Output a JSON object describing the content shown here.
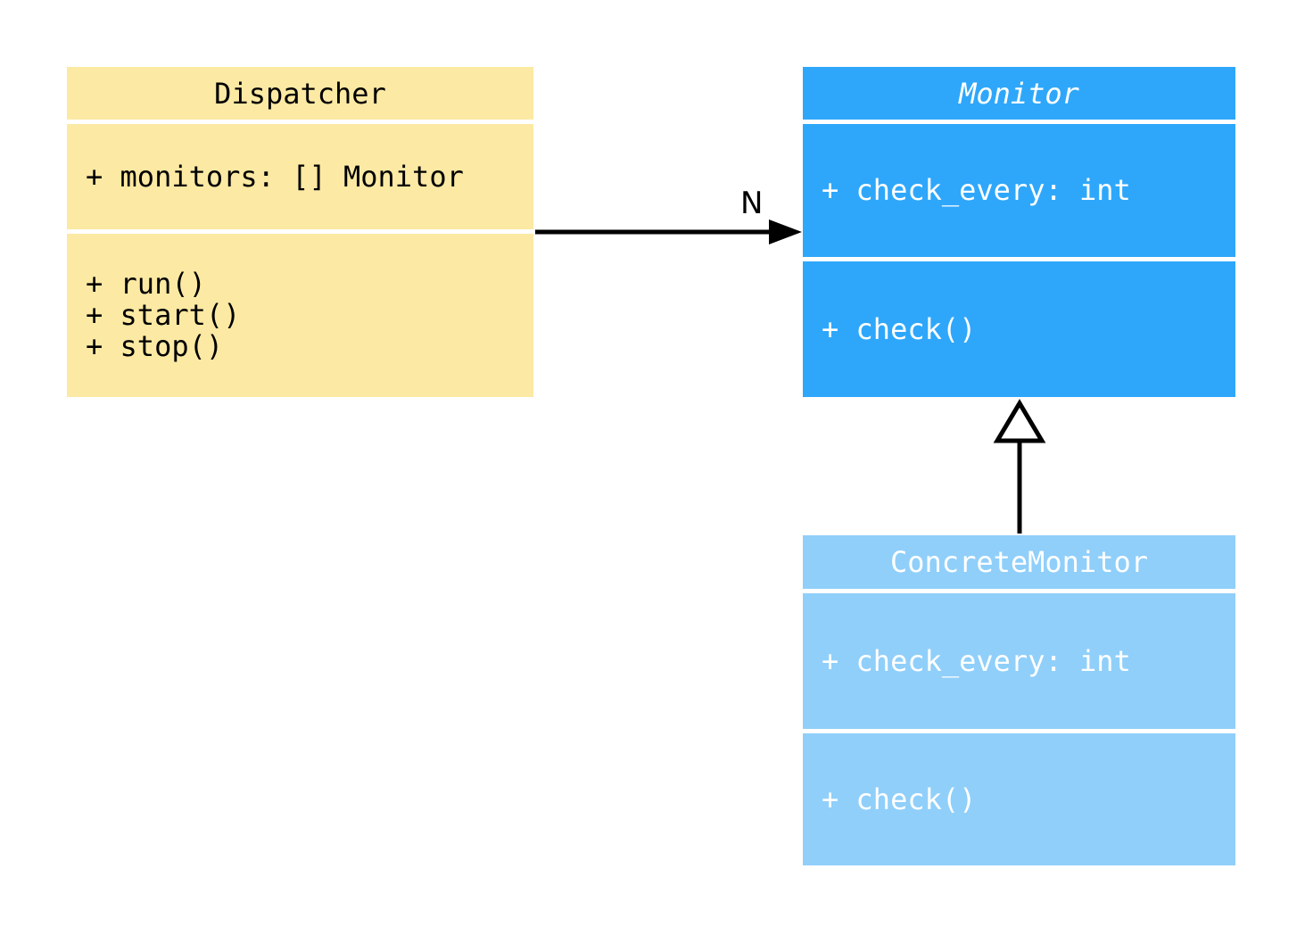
{
  "diagram": {
    "type": "uml-class-diagram",
    "background_color": "#FFFFFF",
    "connector_color": "#000000",
    "classes": [
      {
        "name": "Dispatcher",
        "title_italic": false,
        "fill": "#FCE9A3",
        "text_color": "#000000",
        "attributes": [
          "+ monitors: [] Monitor"
        ],
        "methods": [
          "+ run()",
          "+ start()",
          "+ stop()"
        ]
      },
      {
        "name": "Monitor",
        "title_italic": true,
        "fill": "#2EA7FB",
        "text_color": "#FFFFFF",
        "attributes": [
          "+ check_every: int"
        ],
        "methods": [
          "+ check()"
        ]
      },
      {
        "name": "ConcreteMonitor",
        "title_italic": false,
        "fill": "#90CFFA",
        "text_color": "#FFFFFF",
        "attributes": [
          "+ check_every: int"
        ],
        "methods": [
          "+ check()"
        ]
      }
    ],
    "relations": [
      {
        "type": "association",
        "from": "Dispatcher",
        "to": "Monitor",
        "label": "N",
        "arrowhead": "filled"
      },
      {
        "type": "inheritance",
        "from": "ConcreteMonitor",
        "to": "Monitor",
        "label": "",
        "arrowhead": "hollow-triangle"
      }
    ]
  }
}
